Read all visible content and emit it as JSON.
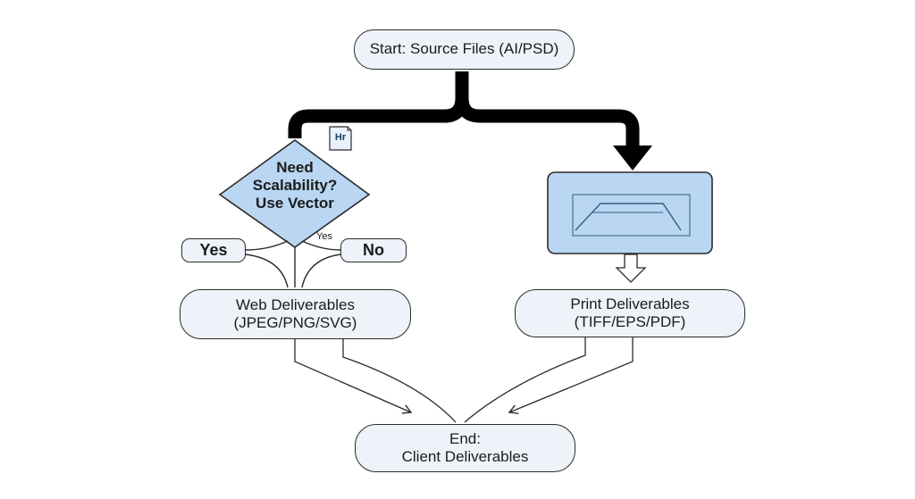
{
  "diagram": {
    "start": {
      "label": "Start: Source Files (AI/PSD)"
    },
    "decision": {
      "lines": [
        "Need",
        "Scalability?",
        "Use Vector"
      ]
    },
    "yes_option": {
      "label": "Yes"
    },
    "no_option": {
      "label": "No"
    },
    "edge_yes": {
      "label": "Yes"
    },
    "hr_badge": {
      "label": "Hr"
    },
    "web": {
      "lines": [
        "Web Deliverables",
        "(JPEG/PNG/SVG)"
      ]
    },
    "print": {
      "lines": [
        "Print Deliverables",
        "(TIFF/EPS/PDF)"
      ]
    },
    "end": {
      "lines": [
        "End:",
        "Client Deliverables"
      ]
    }
  },
  "colors": {
    "node_fill": "#eef3f9",
    "decision_fill": "#b9d6f2",
    "preview_fill": "#b9d6f2",
    "stroke": "#2b2b2b",
    "thick_arrow": "#000000"
  }
}
